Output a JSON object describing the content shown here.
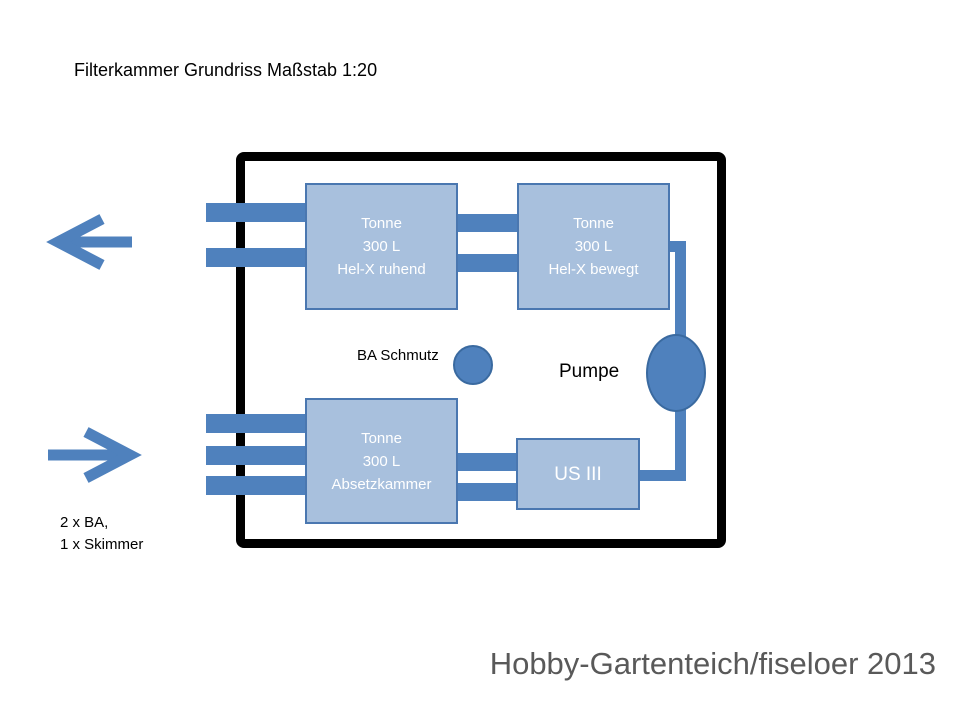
{
  "title": "Filterkammer Grundriss Maßstab 1:20",
  "tanks": [
    {
      "line1": "Tonne",
      "line2": "300 L",
      "line3": "Hel-X ruhend"
    },
    {
      "line1": "Tonne",
      "line2": "300 L",
      "line3": "Hel-X bewegt"
    },
    {
      "line1": "Tonne",
      "line2": "300 L",
      "line3": "Absetzkammer"
    }
  ],
  "us_label": "US III",
  "ba_label": "BA Schmutz",
  "pump_label": "Pumpe",
  "inlet_note": {
    "line1": "2 x BA,",
    "line2": "1 x Skimmer"
  },
  "credit": "Hobby-Gartenteich/fiseloer 2013",
  "colors": {
    "pipe": "#4f81bd",
    "tank_fill": "#a8c0dd",
    "frame": "#000000"
  },
  "icons": {
    "outflow": "arrow-left-icon",
    "inflow": "arrow-right-icon"
  }
}
